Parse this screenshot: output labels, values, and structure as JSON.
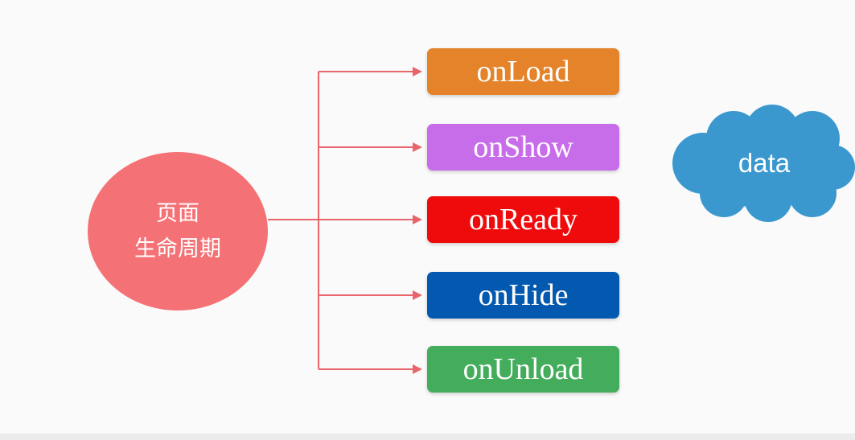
{
  "center": {
    "line1": "页面",
    "line2": "生命周期",
    "color": "#f47176"
  },
  "connector_color": "#e8666b",
  "hooks": [
    {
      "label": "onLoad",
      "color": "#e4832a"
    },
    {
      "label": "onShow",
      "color": "#c86dea"
    },
    {
      "label": "onReady",
      "color": "#ef0b0b"
    },
    {
      "label": "onHide",
      "color": "#0359b0"
    },
    {
      "label": "onUnload",
      "color": "#44ad5c"
    }
  ],
  "cloud": {
    "label": "data",
    "color": "#3a98cf"
  }
}
